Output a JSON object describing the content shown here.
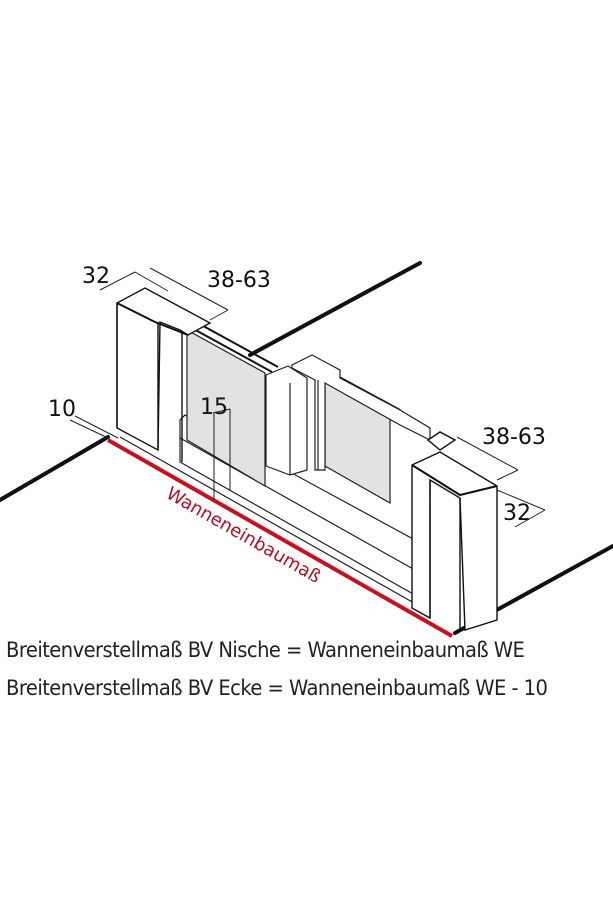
{
  "diagram": {
    "subject": "Shower enclosure (sliding door) installation dimensions, isometric view",
    "dimensions": {
      "top_left_depth": "32",
      "top_left_adjust": "38-63",
      "left_offset": "10",
      "threshold_height": "15",
      "right_adjust": "38-63",
      "right_depth": "32"
    },
    "measure_line_label": "Wanneneinbaumaß",
    "colors": {
      "measure_line": "#c8101e",
      "measure_label": "#b01020",
      "outline": "#111111",
      "glass": "#e2e2e2",
      "background": "#ffffff"
    }
  },
  "captions": {
    "line1": "Breitenverstellmaß BV Nische = Wanneneinbaumaß WE",
    "line2": "Breitenverstellmaß BV Ecke = Wanneneinbaumaß WE - 10"
  }
}
